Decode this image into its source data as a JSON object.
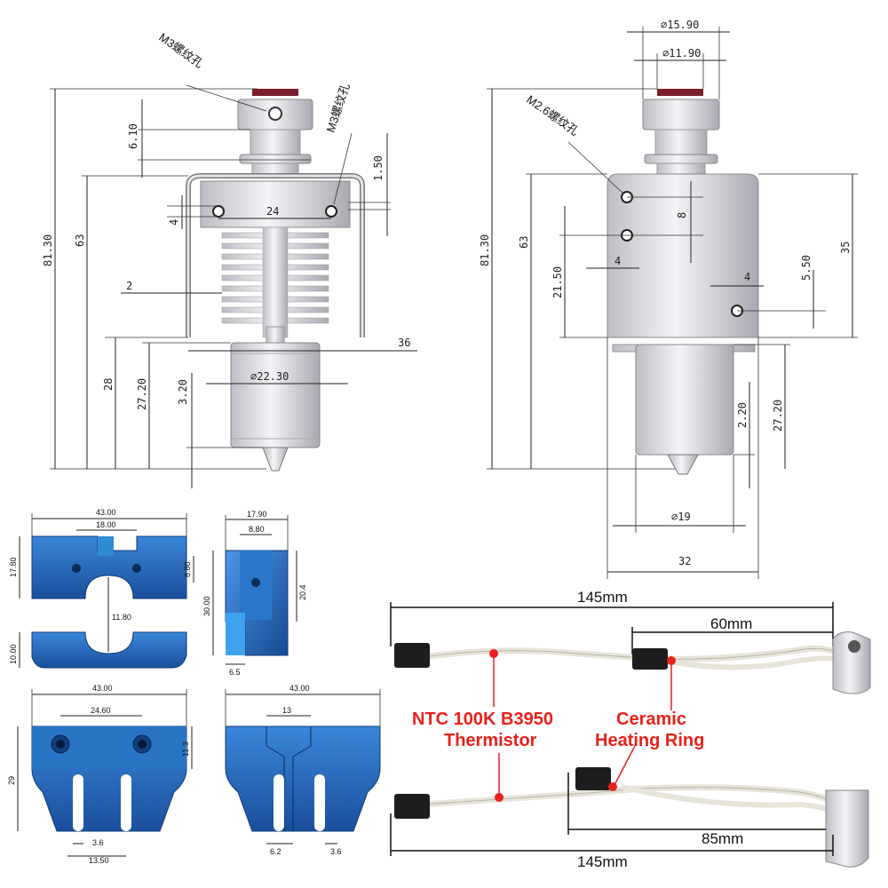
{
  "front_view": {
    "callout_m3_top": "M3螺纹孔",
    "callout_m3_side": "M3螺纹孔",
    "dims": {
      "d_610": "6.10",
      "d_150": "1.50",
      "d_24": "24",
      "d_4": "4",
      "d_2": "2",
      "d_36": "36",
      "d_8130": "81.30",
      "d_63": "63",
      "d_28": "28",
      "d_2720": "27.20",
      "d_320": "3.20",
      "d_2230": "∅22.30"
    }
  },
  "side_view": {
    "callout_m26": "M2.6螺纹孔",
    "dims": {
      "d_1590": "∅15.90",
      "d_1190": "∅11.90",
      "d_8130": "81.30",
      "d_63": "63",
      "d_8": "8",
      "d_2150": "21.50",
      "d_4a": "4",
      "d_4b": "4",
      "d_550": "5.50",
      "d_35": "35",
      "d_220": "2.20",
      "d_2720": "27.20",
      "d_19": "∅19",
      "d_32": "32"
    }
  },
  "block_front": {
    "d_4300": "43.00",
    "d_1800": "18.00",
    "d_1780": "17.80",
    "d_880": "8.80",
    "d_1180": "11.80",
    "d_1000": "10.00"
  },
  "block_side": {
    "d_1790": "17.90",
    "d_880": "8.80",
    "d_3000": "30.00",
    "d_204": "20.4",
    "d_65": "6.5"
  },
  "block_back": {
    "d_4300": "43.00",
    "d_2460": "24.60",
    "d_29": "29",
    "d_113": "11.3",
    "d_36": "3.6",
    "d_1350": "13.50"
  },
  "block_rear": {
    "d_4300": "43.00",
    "d_13": "13",
    "d_62": "6.2",
    "d_36": "3.6"
  },
  "wires": {
    "len_top": "145mm",
    "len_60": "60mm",
    "len_85": "85mm",
    "len_bottom": "145mm",
    "thermistor_line1": "NTC 100K B3950",
    "thermistor_line2": "Thermistor",
    "heater_line1": "Ceramic",
    "heater_line2": "Heating Ring"
  },
  "colors": {
    "accent_red": "#e8211c",
    "part_blue": "#1f62b8",
    "metal": "#d7d7dc"
  }
}
